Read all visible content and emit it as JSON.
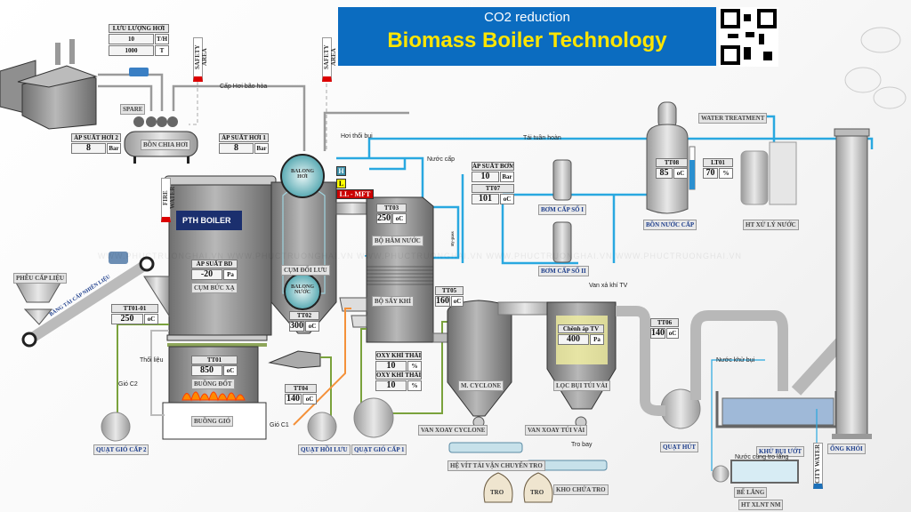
{
  "header": {
    "subtitle": "CO2 reduction",
    "title": "Biomass Boiler Technology",
    "bg_color": "#0b6cc0",
    "title_color": "#ffe500"
  },
  "watermark": "WWW.PHUCTRUONGHAI.VN WWW.PHUCTRUONGHAI.VN WWW.PHUCTRUONGHAI.VN WWW.PHUCTRUONGHAI.VN WWW.PHUCTRUONGHAI.VN",
  "logo": {
    "text": "PTH BOILER"
  },
  "readouts": {
    "steam_flow": {
      "label": "LƯU LƯỢNG HƠI",
      "rows": [
        {
          "value": "10",
          "unit": "T/H"
        },
        {
          "value": "1000",
          "unit": "T"
        }
      ]
    },
    "ap_suat_hoi_2": {
      "label": "ÁP SUẤT HƠI 2",
      "value": "8",
      "unit": "Bar"
    },
    "ap_suat_hoi_1": {
      "label": "ÁP SUẤT HƠI 1",
      "value": "8",
      "unit": "Bar"
    },
    "ap_suat_bd": {
      "label": "ÁP SUẤT BD",
      "value": "-20",
      "unit": "Pa"
    },
    "tt01_01": {
      "label": "TT01-01",
      "value": "250",
      "unit": "oC"
    },
    "tt01": {
      "label": "TT01",
      "value": "850",
      "unit": "oC"
    },
    "tt02": {
      "label": "TT02",
      "value": "300",
      "unit": "oC"
    },
    "tt03": {
      "label": "TT03",
      "value": "250",
      "unit": "oC"
    },
    "tt04": {
      "label": "TT04",
      "value": "140",
      "unit": "oC"
    },
    "tt05": {
      "label": "TT05",
      "value": "160",
      "unit": "oC"
    },
    "tt06": {
      "label": "TT06",
      "value": "140",
      "unit": "oC"
    },
    "ap_suat_bom": {
      "label": "ÁP SUẤT BƠM",
      "value": "10",
      "unit": "Bar"
    },
    "tt07": {
      "label": "TT07",
      "value": "101",
      "unit": "oC"
    },
    "tt08": {
      "label": "TT08",
      "value": "85",
      "unit": "oC"
    },
    "lt01": {
      "label": "LT01",
      "value": "70",
      "unit": "%"
    },
    "oxy_l": {
      "label": "OXY KHÍ THẢI L",
      "value": "10",
      "unit": "%"
    },
    "oxy_r": {
      "label": "OXY KHÍ THẢI R",
      "value": "10",
      "unit": "%"
    },
    "chenh_ap_tv": {
      "label": "Chênh áp TV",
      "value": "400",
      "unit": "Pa"
    }
  },
  "indicators": {
    "high": "H",
    "low": "L",
    "lowlow": "LL - MFT",
    "high_color": "#3b8fa8",
    "low_color": "#ffff00",
    "lowlow_color": "#cc0000"
  },
  "labels": {
    "spare": "SPARE",
    "bon_chia_hoi": "BỒN CHIA HƠI",
    "phieu_cap_lieu": "PHỄU CẤP LIỆU",
    "bang_tai": "BĂNG TẢI CẤP NHIÊN LIỆU",
    "cum_buc_xa": "CỤM BỨC XẠ",
    "cum_doi_luu": "CỤM ĐỐI LƯU",
    "buong_dot": "BUỒNG ĐỐT",
    "buong_gio": "BUỒNG GIÓ",
    "balong_hoi": "BALONG HƠI",
    "balong_nuoc": "BALONG NƯỚC",
    "bo_ham_nuoc": "BỘ HÂM NƯỚC",
    "bo_say_khi": "BỘ SẤY KHÍ",
    "m_cyclone": "M. CYCLONE",
    "loc_bui": "LỌC BỤI TÚI VẢI",
    "van_xoay_cyclone": "VAN XOAY CYCLONE",
    "van_xoay_tui_vai": "VAN XOAY TÚI VẢI",
    "he_vit_tai": "HỆ VÍT TẢI VẬN CHUYỂN TRO",
    "kho_chua_tro": "KHO CHỨA TRO",
    "tro": "TRO",
    "quat_gio_cap_2": "QUẠT GIÓ CẤP 2",
    "quat_hoi_luu": "QUẠT HỒI LƯU",
    "quat_gio_cap_1": "QUẠT GIÓ CẤP 1",
    "quat_hut": "QUẠT HÚT",
    "khu_bui_uot": "KHỬ BỤI ƯỚT",
    "ong_khoi": "ỐNG KHÓI",
    "be_lang": "BỂ LẮNG",
    "ht_xlnt": "HT XLNT NM",
    "bom_cap_1": "BƠM CẤP SỐ I",
    "bom_cap_2": "BƠM CẤP SỐ II",
    "bon_nuoc_cap": "BỒN NƯỚC CẤP",
    "ht_xu_ly_nuoc": "HT XỬ LÝ NƯỚC",
    "water_treatment": "WATER TREATMENT",
    "safety_area": "SAFETY AREA",
    "fire_water": "FIRE WATER",
    "city_water": "CITY WATER"
  },
  "notes": {
    "cap_hoi": "Cấp Hơi bão hòa",
    "hoi_thoi_bui": "Hơi thổi bụi",
    "nuoc_cap": "Nước cấp",
    "tai_tuan_hoan": "Tái tuần hoàn",
    "by_pass": "By-pass",
    "thoi_lieu": "Thổi liệu",
    "gio_c2": "Gió C2",
    "gio_c1": "Gió C1",
    "van_xa_khi": "Van xả khí TV",
    "tro_bay": "Tro bay",
    "nuoc_khu_bui": "Nước khử bụi",
    "nuoc_tro_lang": "Nước cùng tro lắng"
  },
  "colors": {
    "water_line": "#29a8e0",
    "steam_line": "#9a9a9a",
    "air_secondary": "#7aa23c",
    "recirc_air": "#f4913a",
    "metal": "#8a8a8a"
  }
}
